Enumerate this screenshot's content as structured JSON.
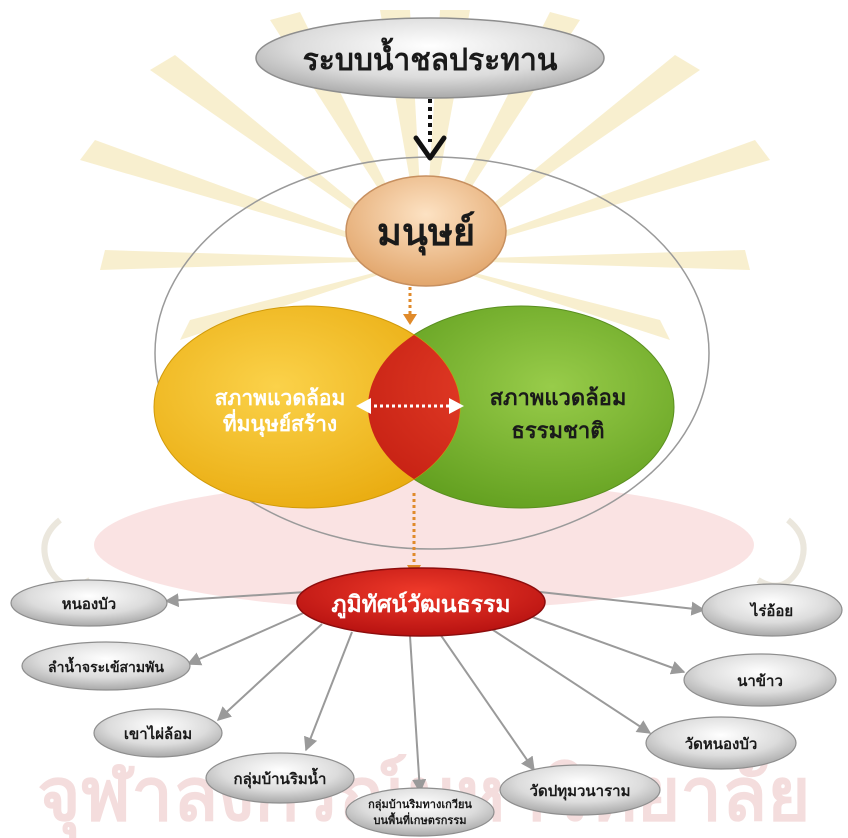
{
  "top_node": {
    "label": "ระบบน้ำชลประทาน"
  },
  "human_node": {
    "label": "มนุษย์"
  },
  "built_env": {
    "line1": "สภาพแวดล้อม",
    "line2": "ที่มนุษย์สร้าง"
  },
  "natural_env": {
    "line1": "สภาพแวดล้อม",
    "line2": "ธรรมชาติ"
  },
  "center_node": {
    "label": "ภูมิทัศน์วัฒนธรรม"
  },
  "leaves": {
    "nong_bua": "หนองบัว",
    "lam_nam": "ลำน้ำจระเข้สามพัน",
    "khao_phai": "เขาไผ่ล้อม",
    "klum_ban_rim_nam": "กลุ่มบ้านริมน้ำ",
    "klum_ban_line1": "กลุ่มบ้านริมทางเกวียน",
    "klum_ban_line2": "บนพื้นที่เกษตรกรรม",
    "wat_pathum": "วัดปทุมวนาราม",
    "wat_nong_bua": "วัดหนองบัว",
    "na_khao": "นาข้าว",
    "rai_oi": "ไร่อ้อย"
  },
  "watermark": {
    "text": "จุฬาลงกรณ์มหาวิทยาลัย"
  },
  "colors": {
    "grey_node": "#cfcfcf",
    "human_fill": "#eab98a",
    "yellow_env": "#f2bf18",
    "green_env": "#77b52a",
    "red_overlap": "#d42a1a",
    "center_red": "#d41818",
    "arrow_orange": "#e08a2a",
    "leaf_arrow": "#9a9a9a"
  }
}
